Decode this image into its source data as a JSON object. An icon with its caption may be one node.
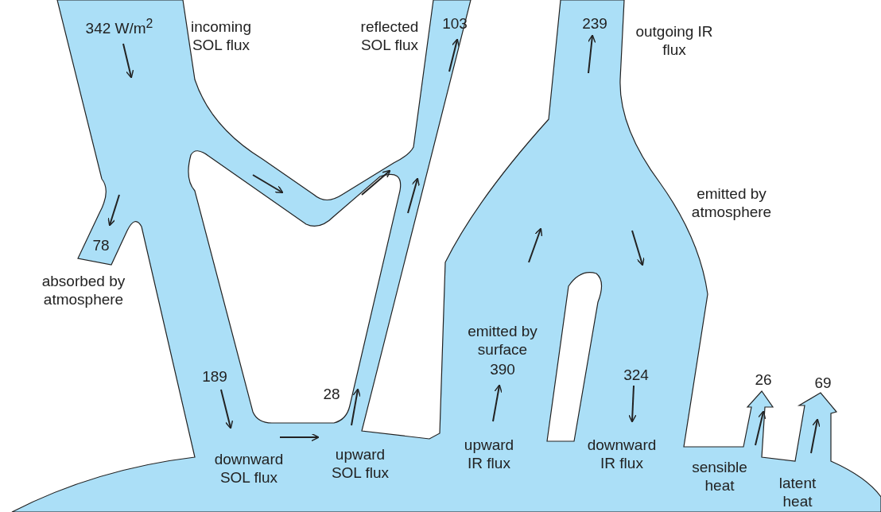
{
  "diagram": {
    "labels": [
      "342 W/m$^{2}$",
      "incoming SOL flux",
      "reflected SOL flux",
      "103",
      "239",
      "outgoing IR flux",
      "emitted by atmosphere",
      "78",
      "absorbed by atmosphere",
      "emitted by surface",
      "390",
      "189",
      "324",
      "26",
      "69",
      "28",
      "downward SOL flux",
      "upward SOL flux",
      "upward IR flux",
      "downward IR flux",
      "sensible heat",
      "latent heat"
    ]
  }
}
